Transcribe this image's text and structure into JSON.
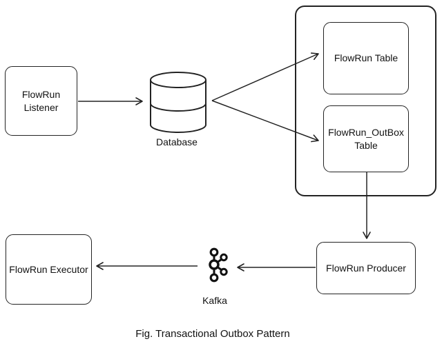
{
  "caption": "Fig. Transactional Outbox Pattern",
  "nodes": {
    "listener": {
      "label": "FlowRun\nListener"
    },
    "database": {
      "label": "Database"
    },
    "flowrun_table": {
      "label": "FlowRun Table"
    },
    "outbox_table": {
      "label": "FlowRun_OutBox\nTable"
    },
    "producer": {
      "label": "FlowRun Producer"
    },
    "executor": {
      "label": "FlowRun Executor"
    },
    "kafka": {
      "label": "Kafka"
    }
  },
  "icons": {
    "database": "database-cylinder-icon",
    "kafka": "kafka-logo-icon"
  },
  "connections": [
    {
      "from": "FlowRun Listener",
      "to": "Database"
    },
    {
      "from": "Database",
      "to": "FlowRun Table"
    },
    {
      "from": "Database",
      "to": "FlowRun_OutBox Table"
    },
    {
      "from": "FlowRun_OutBox Table",
      "to": "FlowRun Producer"
    },
    {
      "from": "FlowRun Producer",
      "to": "Kafka"
    },
    {
      "from": "Kafka",
      "to": "FlowRun Executor"
    }
  ],
  "colors": {
    "stroke": "#222222",
    "background": "#ffffff",
    "text": "#111111"
  }
}
